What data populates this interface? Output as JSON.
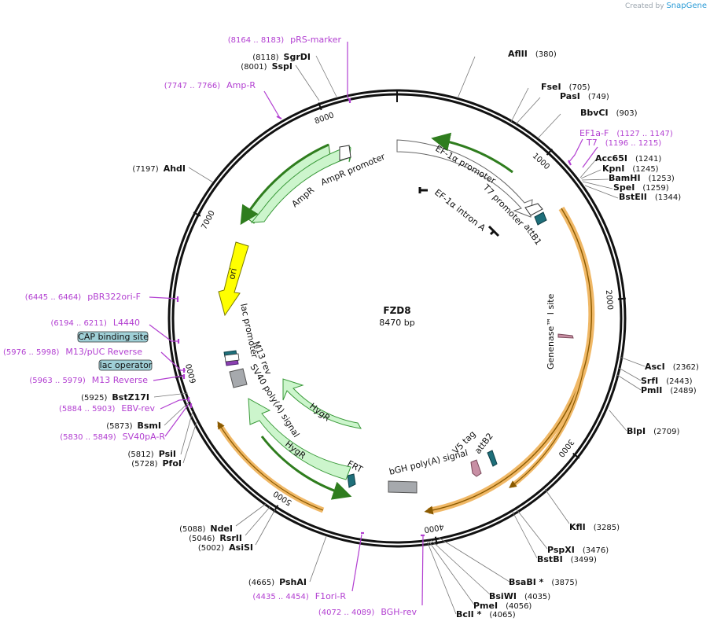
{
  "app": {
    "credit_prefix": "Created by",
    "credit_brand": "SnapGene"
  },
  "plasmid": {
    "name": "FZD8",
    "length_label": "8470 bp",
    "length": 8470
  },
  "ruler_ticks": [
    "1000",
    "2000",
    "3000",
    "4000",
    "5000",
    "6000",
    "7000",
    "8000"
  ],
  "sites": [
    {
      "name": "AflII",
      "pos": "(380)",
      "side": "right"
    },
    {
      "name": "FseI",
      "pos": "(705)",
      "side": "right"
    },
    {
      "name": "PasI",
      "pos": "(749)",
      "side": "right"
    },
    {
      "name": "BbvCI",
      "pos": "(903)",
      "side": "right"
    },
    {
      "name": "Acc65I",
      "pos": "(1241)",
      "side": "right"
    },
    {
      "name": "KpnI",
      "pos": "(1245)",
      "side": "right"
    },
    {
      "name": "BamHI",
      "pos": "(1253)",
      "side": "right"
    },
    {
      "name": "SpeI",
      "pos": "(1259)",
      "side": "right"
    },
    {
      "name": "BstEII",
      "pos": "(1344)",
      "side": "right"
    },
    {
      "name": "AscI",
      "pos": "(2362)",
      "side": "right"
    },
    {
      "name": "SrfI",
      "pos": "(2443)",
      "side": "right"
    },
    {
      "name": "PmlI",
      "pos": "(2489)",
      "side": "right"
    },
    {
      "name": "BlpI",
      "pos": "(2709)",
      "side": "right"
    },
    {
      "name": "KflI",
      "pos": "(3285)",
      "side": "right"
    },
    {
      "name": "PspXI",
      "pos": "(3476)",
      "side": "right"
    },
    {
      "name": "BstBI",
      "pos": "(3499)",
      "side": "right"
    },
    {
      "name": "BsaBI *",
      "pos": "(3875)",
      "side": "right"
    },
    {
      "name": "BsiWI",
      "pos": "(4035)",
      "side": "right"
    },
    {
      "name": "PmeI",
      "pos": "(4056)",
      "side": "right"
    },
    {
      "name": "BclI *",
      "pos": "(4065)",
      "side": "right"
    },
    {
      "name": "PshAI",
      "pos": "(4665)",
      "side": "left"
    },
    {
      "name": "AsiSI",
      "pos": "(5002)",
      "side": "left"
    },
    {
      "name": "RsrII",
      "pos": "(5046)",
      "side": "left"
    },
    {
      "name": "NdeI",
      "pos": "(5088)",
      "side": "left"
    },
    {
      "name": "PfoI",
      "pos": "(5728)",
      "side": "left"
    },
    {
      "name": "PsiI",
      "pos": "(5812)",
      "side": "left"
    },
    {
      "name": "BsmI",
      "pos": "(5873)",
      "side": "left"
    },
    {
      "name": "BstZ17I",
      "pos": "(5925)",
      "side": "left"
    },
    {
      "name": "AhdI",
      "pos": "(7197)",
      "side": "left"
    },
    {
      "name": "SspI",
      "pos": "(8001)",
      "side": "left"
    },
    {
      "name": "SgrDI",
      "pos": "(8118)",
      "side": "left"
    }
  ],
  "primers": [
    {
      "name": "pRS-marker",
      "pos": "(8164 .. 8183)"
    },
    {
      "name": "Amp-R",
      "pos": "(7747 .. 7766)"
    },
    {
      "name": "EF1a-F",
      "pos": "(1127 .. 1147)"
    },
    {
      "name": "T7",
      "pos": "(1196 .. 1215)"
    },
    {
      "name": "pBR322ori-F",
      "pos": "(6445 .. 6464)"
    },
    {
      "name": "L4440",
      "pos": "(6194 .. 6211)"
    },
    {
      "name": "M13/pUC Reverse",
      "pos": "(5976 .. 5998)"
    },
    {
      "name": "M13 Reverse",
      "pos": "(5963 .. 5979)"
    },
    {
      "name": "EBV-rev",
      "pos": "(5884 .. 5903)"
    },
    {
      "name": "SV40pA-R",
      "pos": "(5830 .. 5849)"
    },
    {
      "name": "F1ori-R",
      "pos": "(4435 .. 4454)"
    },
    {
      "name": "BGH-rev",
      "pos": "(4072 .. 4089)"
    }
  ],
  "boxed_features": [
    "CAP binding site",
    "lac operator"
  ],
  "features": {
    "ef1a_promoter": "EF-1α promoter",
    "t7_promoter": "T7 promoter",
    "ef1a_intron": "EF-1α intron A",
    "attb1": "attB1",
    "genenase": "Genenase™ I site",
    "v5_tag": "V5 tag",
    "attb2": "attB2",
    "bgh_polya": "bGH poly(A) signal",
    "frt": "FRT",
    "hygr_outer": "HygR",
    "hygr_inner": "HygR",
    "sv40_polya": "SV40 poly(A) signal",
    "m13_rev": "M13 rev",
    "lac_promoter": "lac promoter",
    "ori": "ori",
    "ampr": "AmpR",
    "ampr_promoter": "AmpR promoter"
  },
  "colors": {
    "primer": "#b23fd1",
    "ampr_fill": "#ccf5cc",
    "ampr_stroke": "#3a9a3a",
    "ori_fill": "#ffff00",
    "orf_orange": "#f0b866",
    "orf_dark": "#8a5a00",
    "polya_gray": "#a6a9ad",
    "boxed_bg": "#9fcfd6"
  }
}
